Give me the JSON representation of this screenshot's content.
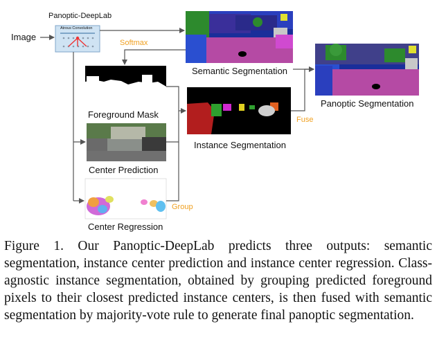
{
  "diagram": {
    "model_title": "Panoptic-DeepLab",
    "atrous_label": "Atrous Convolution",
    "input_label": "Image",
    "edge_labels": {
      "softmax": "Softmax",
      "fuse": "Fuse",
      "group": "Group"
    },
    "panels": {
      "semantic": "Semantic Segmentation",
      "panoptic": "Panoptic Segmentation",
      "foreground": "Foreground Mask",
      "instance": "Instance Segmentation",
      "center_prediction": "Center Prediction",
      "center_regression": "Center Regression"
    },
    "colors": {
      "arrow": "#555555",
      "orange_label": "#f0a020",
      "road": "#b54aa4",
      "vegetation": "#2d8a2d",
      "building": "#3a2f9a",
      "sky": "#1a2e9a",
      "background": "#000000"
    }
  },
  "caption": "Figure 1. Our Panoptic-DeepLab predicts three outputs: semantic segmentation, instance center prediction and instance center regression. Class-agnostic instance segmentation, obtained by grouping predicted foreground pixels to their closest predicted instance centers, is then fused with semantic segmentation by majority-vote rule to generate final panoptic segmentation."
}
